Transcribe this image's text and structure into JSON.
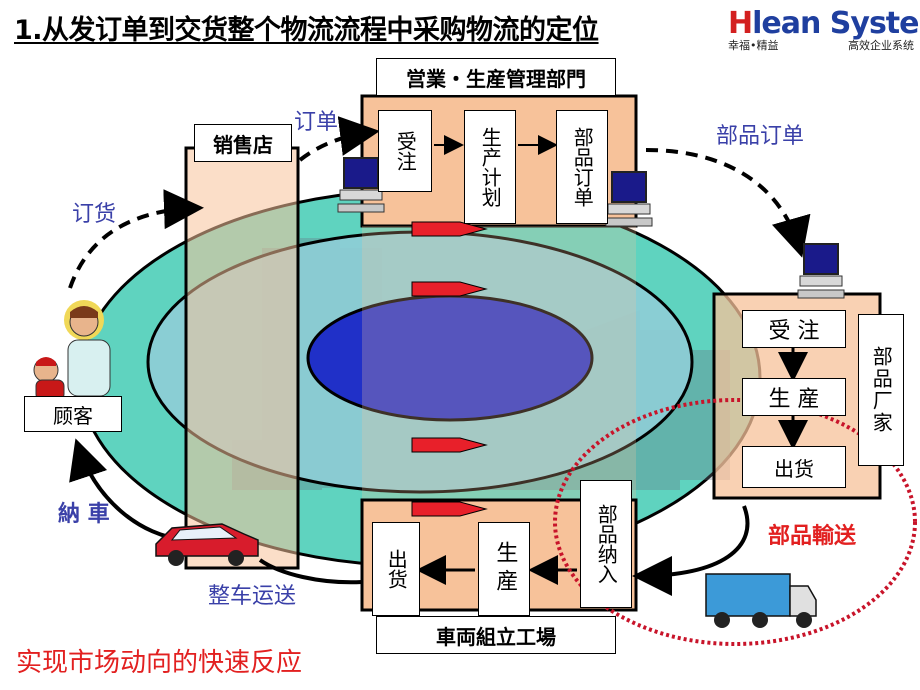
{
  "title": "1.从发订单到交货整个物流流程中采购物流的定位",
  "logo": {
    "name_h": "H",
    "name_rest": "lean System",
    "tagline_left": "幸福•精益",
    "tagline_right": "高效企业系统"
  },
  "departments": {
    "sales_production": "営業・生産管理部門",
    "dealer": "销售店",
    "assembly_plant": "車両組立工場",
    "parts_maker": "部品厂家",
    "customer": "顾客"
  },
  "flow_labels": {
    "order": "订单",
    "purchase": "订货",
    "parts_order": "部品订单",
    "delivery": "納 車",
    "car_transport": "整车运送",
    "parts_transport": "部品輸送"
  },
  "sales_steps": [
    "受注",
    "生产计划",
    "部品订单"
  ],
  "parts_steps": [
    "受 注",
    "生 産",
    "出货"
  ],
  "plant_steps": [
    "出货",
    "生産",
    "部品纳入"
  ],
  "footer": "实现市场动向的快速反应",
  "icons": [
    "computer-icon",
    "truck-icon",
    "car-icon",
    "people-icon",
    "factory-icon"
  ],
  "colors": {
    "outer_ring": "#5fd3bf",
    "inner_ring": "#8fcdd6",
    "core": "#2030c8",
    "dept_band": "#f7c29a",
    "highlight": "#e22020",
    "label_blue": "#3a40a8"
  }
}
